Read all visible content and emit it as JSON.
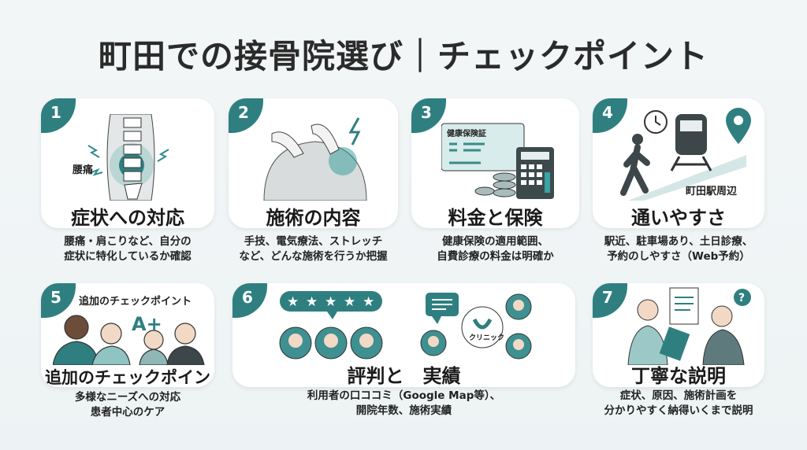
{
  "title": "町田での接骨院選び｜チェックポイント",
  "accent_color": "#2f7f80",
  "cards": [
    {
      "number": "1",
      "heading": "症状への対応",
      "desc": [
        "腰痛・肩こりなど、自分の",
        "症状に特化しているか確認"
      ],
      "illustration_label": "腰痛",
      "icon": "spine-pain-icon"
    },
    {
      "number": "2",
      "heading": "施術の内容",
      "desc": [
        "手技、電気療法、ストレッチ",
        "など、どんな施術を行うか把握"
      ],
      "icon": "massage-electric-icon"
    },
    {
      "number": "3",
      "heading": "料金と保険",
      "desc": [
        "健康保険の適用範囲、",
        "自費診療の料金は明確か"
      ],
      "illustration_label": "健康保険証",
      "icon": "insurance-card-calculator-icon"
    },
    {
      "number": "4",
      "heading": "通いやすさ",
      "desc": [
        "駅近、駐車場あり、土日診療、",
        "予約のしやすさ（Web予約）"
      ],
      "illustration_label": "町田駅周辺",
      "icon": "walk-train-location-icon"
    },
    {
      "number": "5",
      "heading": "追加のチェックポイント",
      "desc": [
        "多様なニーズへの対応",
        "患者中心のケア"
      ],
      "illustration_label": "追加のチェックポイント",
      "illustration_badge": "A+",
      "icon": "diverse-people-icon"
    },
    {
      "number": "6",
      "heading": "評判と　実績",
      "desc": [
        "利用者の口ココミ（Google Map等）、",
        "開院年数、施術実績"
      ],
      "illustration_label": "クリニック",
      "rating_stars": 5,
      "icon": "reviews-icon"
    },
    {
      "number": "7",
      "heading": "丁寧な説明",
      "desc": [
        "症状、原因、施術計画を",
        "分かりやすく納得いくまで説明"
      ],
      "icon": "consultation-icon"
    }
  ]
}
